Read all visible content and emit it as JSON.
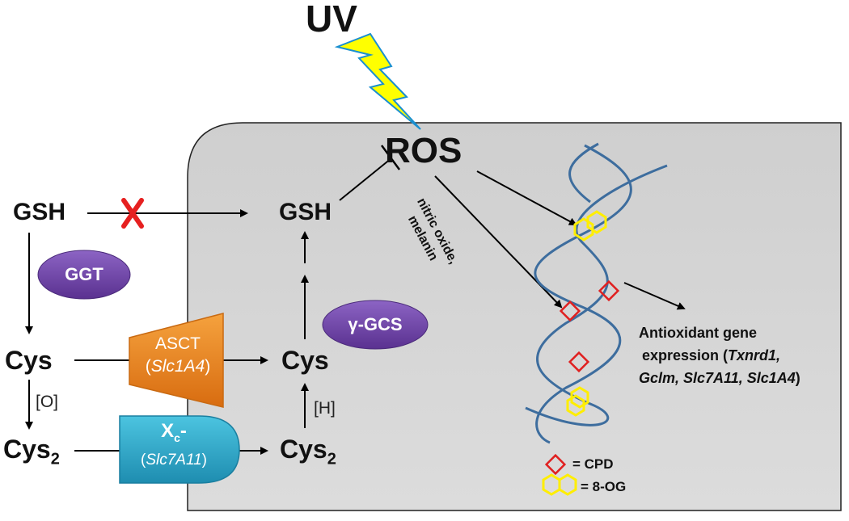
{
  "diagram": {
    "uv_label": "UV",
    "ros_label": "ROS",
    "gsh_outside": "GSH",
    "gsh_inside": "GSH",
    "ggt_label": "GGT",
    "cys_outside": "Cys",
    "cys_inside": "Cys",
    "cys2_outside": "Cys",
    "cys2_inside": "Cys",
    "cys2_subscript": "2",
    "oxidation_label": "[O]",
    "reduction_label": "[H]",
    "gamma_gcs_label": "γ-GCS",
    "asct_name": "ASCT",
    "asct_gene": "Slc1A4",
    "xc_name": "X",
    "xc_subscript": "c",
    "xc_suffix": "-",
    "xc_gene": "Slc7A11",
    "block_mark": "X",
    "mediator_line1": "nitric oxide,",
    "mediator_line2": "melanin",
    "antioxidant_line1": "Antioxidant gene",
    "antioxidant_line2_prefix": "expression (",
    "antioxidant_line2_italic": "Txnrd1,",
    "antioxidant_line3_italic": "Gclm, Slc7A11, Slc1A4",
    "antioxidant_line3_suffix": ")",
    "legend_cpd": "= CPD",
    "legend_8og": "= 8-OG",
    "colors": {
      "cell_fill": "#d4d4d4",
      "cell_edge": "#222222",
      "enzyme_purple": "#6a3fa0",
      "asct_orange": "#e8801e",
      "xc_teal": "#2aa6c9",
      "bolt_yellow": "#ffff00",
      "block_red": "#e62020",
      "dna_blue": "#3d6d9e",
      "cpd_red": "#e02020",
      "og_yellow": "#ffee00"
    }
  }
}
